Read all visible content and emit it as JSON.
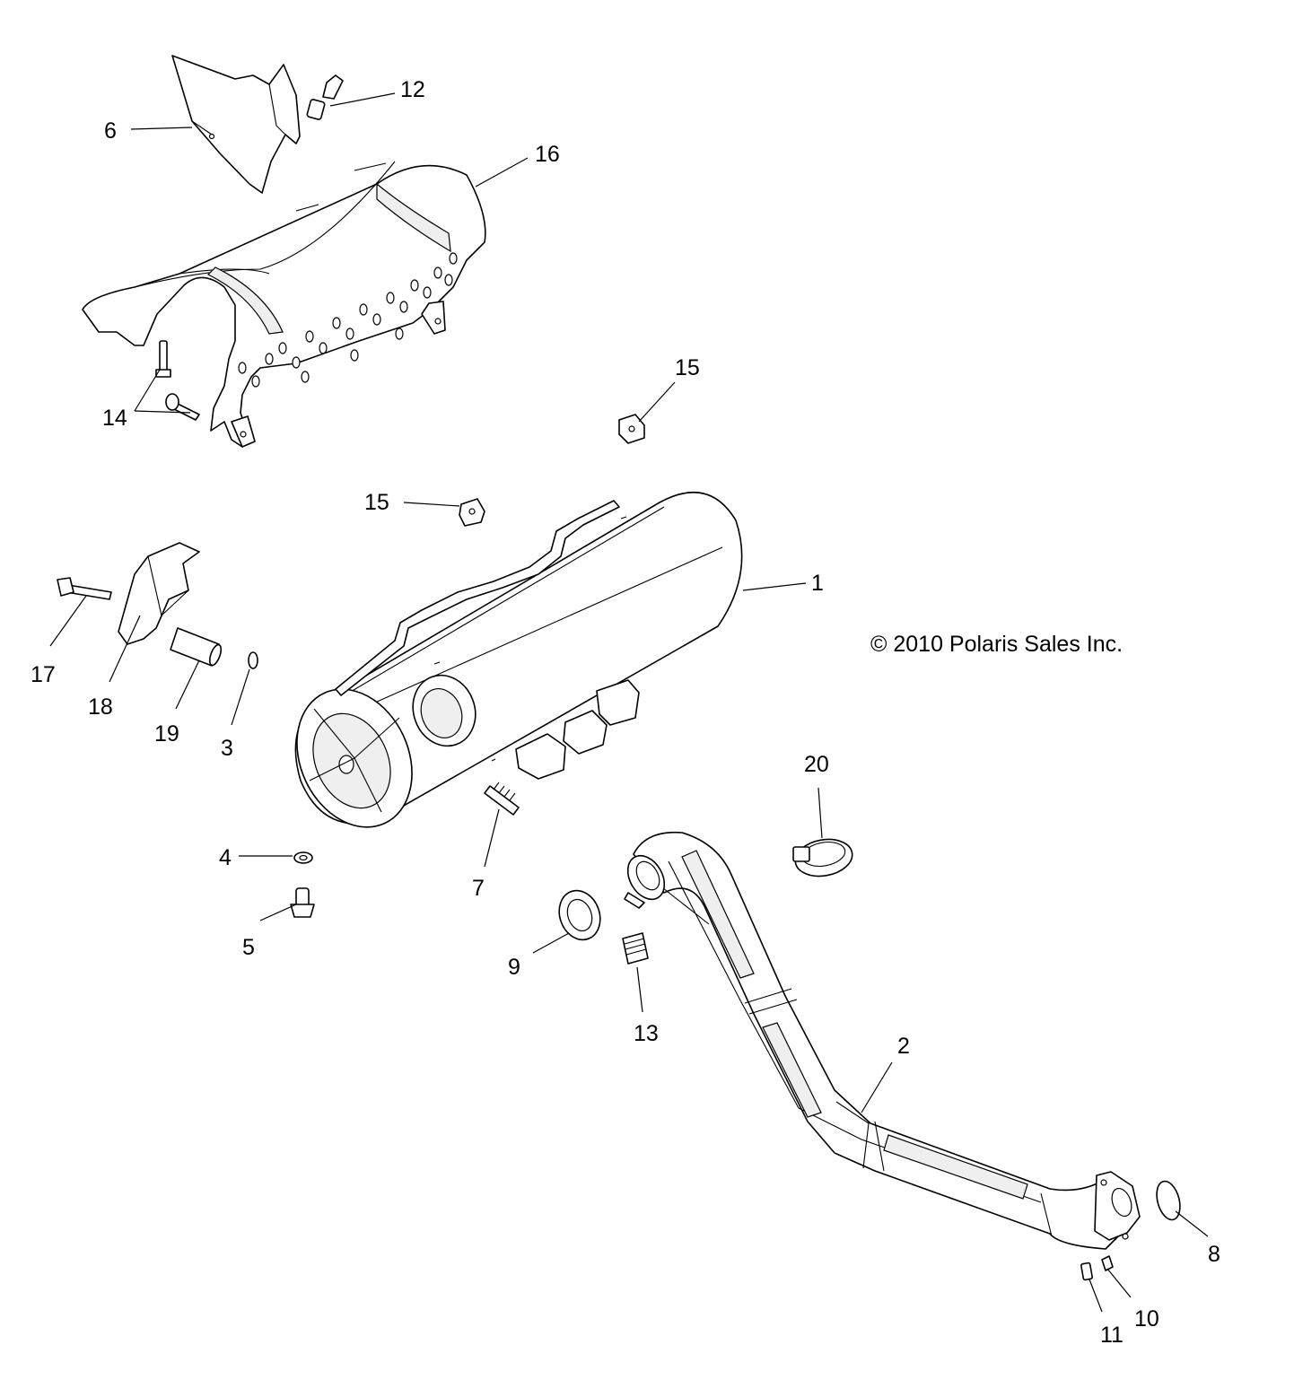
{
  "copyright": "© 2010 Polaris Sales Inc.",
  "callouts": {
    "c1": "1",
    "c2": "2",
    "c3": "3",
    "c4": "4",
    "c5": "5",
    "c6": "6",
    "c7": "7",
    "c8": "8",
    "c9": "9",
    "c10": "10",
    "c11": "11",
    "c12": "12",
    "c13": "13",
    "c14": "14",
    "c15a": "15",
    "c15b": "15",
    "c16": "16",
    "c17": "17",
    "c18": "18",
    "c19": "19",
    "c20": "20"
  }
}
